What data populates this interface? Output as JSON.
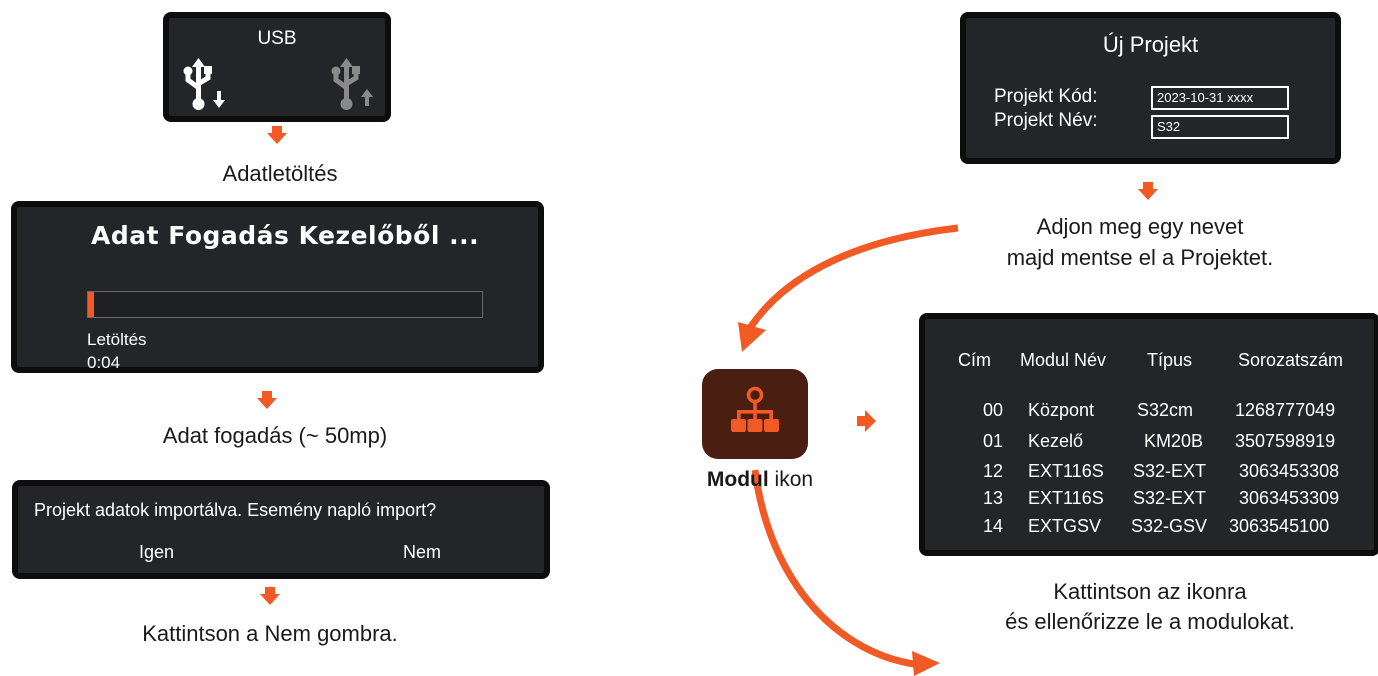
{
  "accent_color": "#f15a24",
  "panel_color": "#232528",
  "usb_panel": {
    "title": "USB",
    "icons": [
      "usb-download-icon",
      "usb-upload-icon"
    ]
  },
  "step1_caption": "Adatletöltés",
  "download_panel": {
    "title": "Adat Fogadás Kezelőből ...",
    "progress": 0.015,
    "status_label": "Letöltés",
    "elapsed": "0:04"
  },
  "step2_caption": "Adat fogadás  (~ 50mp)",
  "confirm_dialog": {
    "message": "Projekt adatok importálva. Esemény napló import?",
    "yes_label": "Igen",
    "no_label": "Nem"
  },
  "step3_caption": "Kattintson a Nem gombra.",
  "new_project_panel": {
    "title": "Új Projekt",
    "code_label": "Projekt Kód:",
    "code_value": "2023-10-31  xxxx",
    "name_label": "Projekt Név:",
    "name_value": "S32"
  },
  "name_caption_line1": "Adjon meg egy nevet",
  "name_caption_line2": "majd mentse el a Projektet.",
  "module_icon": {
    "label_bold": "Modul",
    "label_rest": " ikon",
    "icon": "module-network-icon"
  },
  "module_table": {
    "headers": [
      "Cím",
      "Modul Név",
      "Típus",
      "Sorozatszám"
    ],
    "rows": [
      [
        "00",
        "Központ",
        "S32cm",
        "1268777049"
      ],
      [
        "01",
        "Kezelő",
        "KM20B",
        "3507598919"
      ],
      [
        "12",
        "EXT116S",
        "S32-EXT",
        "3063453308"
      ],
      [
        "13",
        "EXT116S",
        "S32-EXT",
        "3063453309"
      ],
      [
        "14",
        "EXTGSV",
        "S32-GSV",
        "3063545100"
      ]
    ]
  },
  "check_caption_line1": "Kattintson az ikonra",
  "check_caption_line2": "és ellenőrizze le a modulokat."
}
